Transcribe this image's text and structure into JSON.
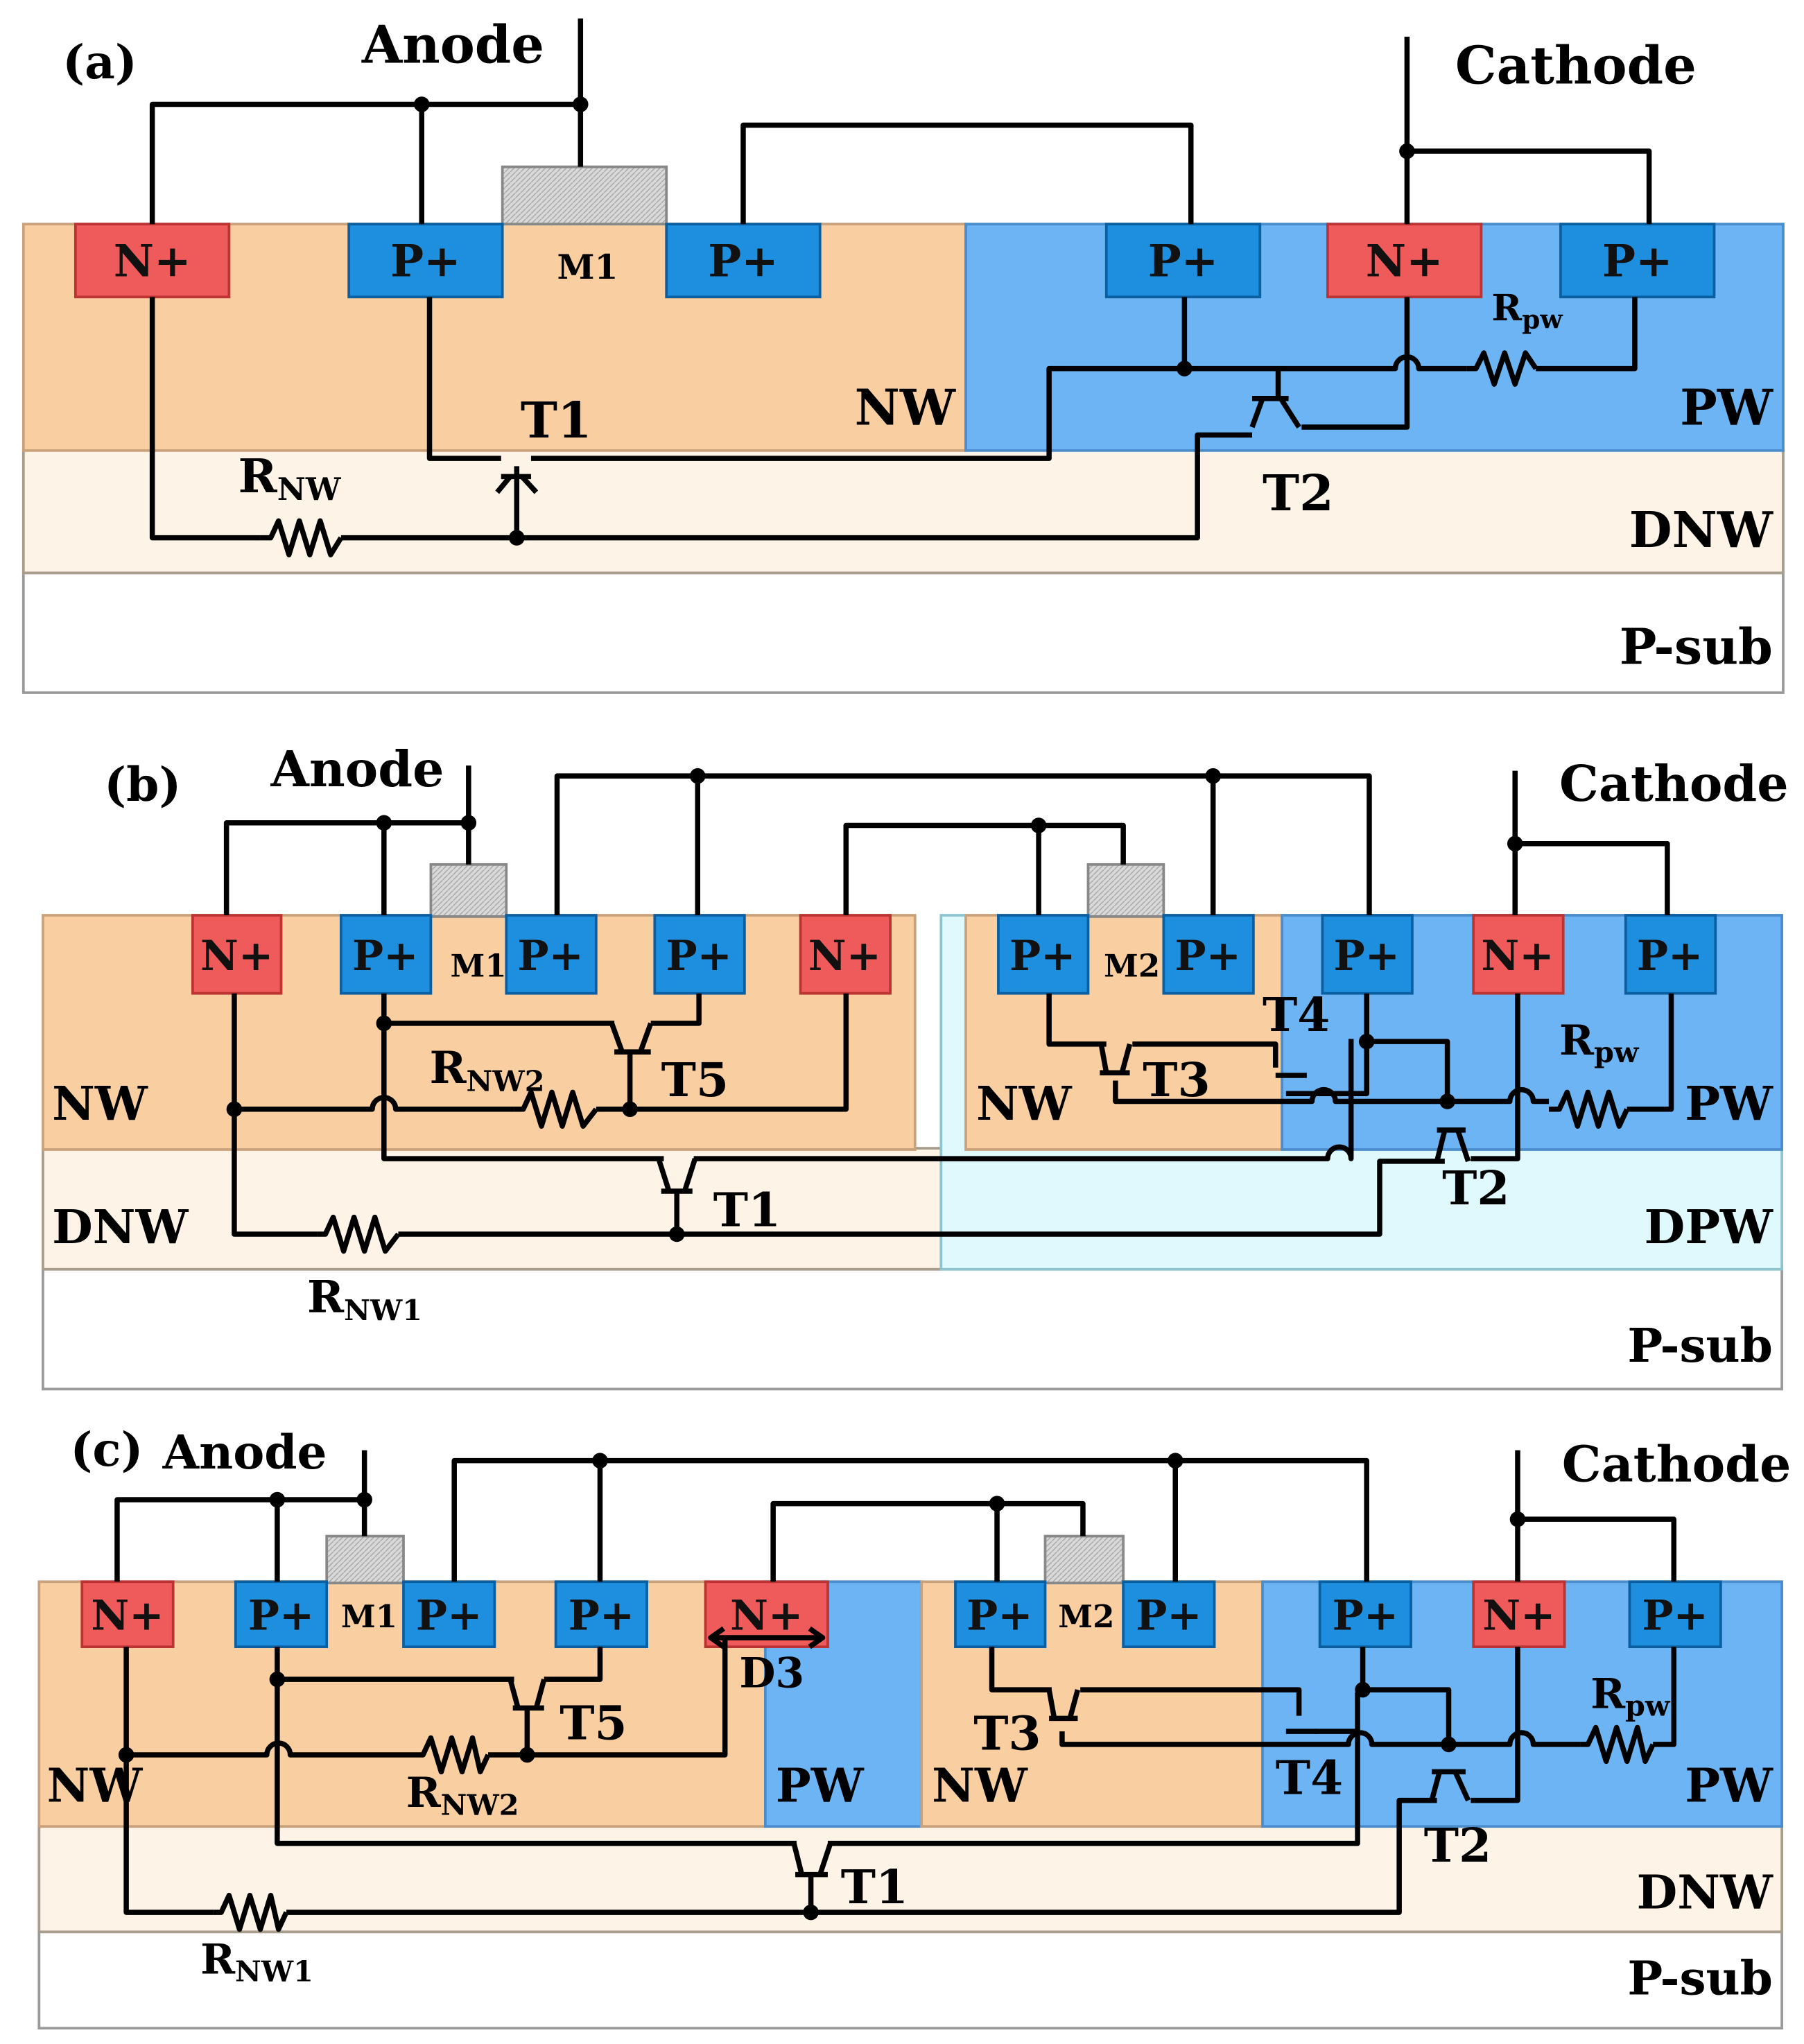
{
  "colors": {
    "nw": "#f9cfa2",
    "pw": "#6cb4f4",
    "dnw": "#fdf3e6",
    "dpw": "#dff9fd",
    "psub": "#ffffff",
    "nplus": "#ef5a5a",
    "pplus": "#1e8fde",
    "gate": "#d6d6d6",
    "wire": "#000000"
  },
  "panels": [
    {
      "id": "a",
      "label": "(a)",
      "anode": "Anode",
      "cathode": "Cathode",
      "regions": {
        "nw": "NW",
        "pw": "PW",
        "dnw": "DNW",
        "psub": "P-sub"
      },
      "diffusions": [
        {
          "type": "N+",
          "text": "N+"
        },
        {
          "type": "P+",
          "text": "P+"
        },
        {
          "type": "P+",
          "text": "P+"
        },
        {
          "type": "P+",
          "text": "P+"
        },
        {
          "type": "N+",
          "text": "N+"
        },
        {
          "type": "P+",
          "text": "P+"
        }
      ],
      "gates": [
        "M1"
      ],
      "transistors": [
        "T1",
        "T2"
      ],
      "resistors": [
        {
          "main": "R",
          "sub": "NW"
        },
        {
          "main": "R",
          "sub": "pw"
        }
      ]
    },
    {
      "id": "b",
      "label": "(b)",
      "anode": "Anode",
      "cathode": "Cathode",
      "regions": {
        "nw_left": "NW",
        "nw_mid": "NW",
        "pw": "PW",
        "dnw": "DNW",
        "dpw": "DPW",
        "psub": "P-sub"
      },
      "diffusions": [
        {
          "type": "N+",
          "text": "N+"
        },
        {
          "type": "P+",
          "text": "P+"
        },
        {
          "type": "P+",
          "text": "P+"
        },
        {
          "type": "P+",
          "text": "P+"
        },
        {
          "type": "N+",
          "text": "N+"
        },
        {
          "type": "P+",
          "text": "P+"
        },
        {
          "type": "P+",
          "text": "P+"
        },
        {
          "type": "P+",
          "text": "P+"
        },
        {
          "type": "N+",
          "text": "N+"
        },
        {
          "type": "P+",
          "text": "P+"
        }
      ],
      "gates": [
        "M1",
        "M2"
      ],
      "transistors": [
        "T1",
        "T2",
        "T3",
        "T4",
        "T5"
      ],
      "resistors": [
        {
          "main": "R",
          "sub": "NW2"
        },
        {
          "main": "R",
          "sub": "NW1"
        },
        {
          "main": "R",
          "sub": "pw"
        }
      ]
    },
    {
      "id": "c",
      "label": "(c)",
      "anode": "Anode",
      "cathode": "Cathode",
      "regions": {
        "nw_left": "NW",
        "pw_mid": "PW",
        "nw_mid": "NW",
        "pw_right": "PW",
        "dnw": "DNW",
        "psub": "P-sub"
      },
      "diffusions": [
        {
          "type": "N+",
          "text": "N+"
        },
        {
          "type": "P+",
          "text": "P+"
        },
        {
          "type": "P+",
          "text": "P+"
        },
        {
          "type": "P+",
          "text": "P+"
        },
        {
          "type": "N+",
          "text": "N+"
        },
        {
          "type": "P+",
          "text": "P+"
        },
        {
          "type": "P+",
          "text": "P+"
        },
        {
          "type": "P+",
          "text": "P+"
        },
        {
          "type": "N+",
          "text": "N+"
        },
        {
          "type": "P+",
          "text": "P+"
        }
      ],
      "gates": [
        "M1",
        "M2"
      ],
      "diode": "D3",
      "transistors": [
        "T1",
        "T2",
        "T3",
        "T4",
        "T5"
      ],
      "resistors": [
        {
          "main": "R",
          "sub": "NW2"
        },
        {
          "main": "R",
          "sub": "NW1"
        },
        {
          "main": "R",
          "sub": "pw"
        }
      ]
    }
  ]
}
